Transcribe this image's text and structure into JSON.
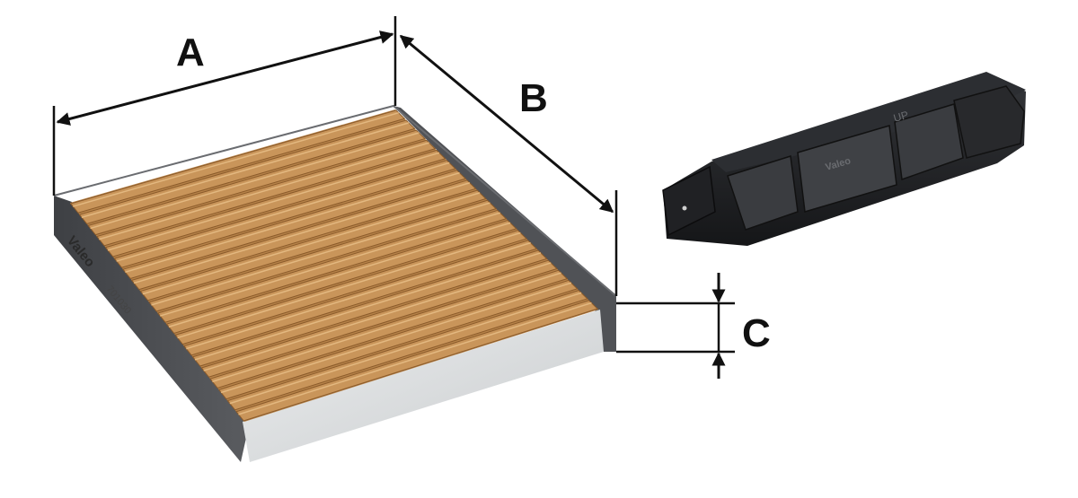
{
  "dimensions": {
    "a_label": "A",
    "b_label": "B",
    "c_label": "C"
  },
  "filter": {
    "brand": "Valeo",
    "frame_print": "701030",
    "pleat_count": 20,
    "colors": {
      "media": "#c9955a",
      "media_dark": "#8a5a2a",
      "frame": "#4a4c50",
      "carbon_layer": "#d8dadb"
    }
  },
  "accessory": {
    "brand": "Valeo",
    "up_mark": "UP",
    "color": "#1e1f22"
  },
  "colors": {
    "dimension_line": "#111111",
    "background": "#ffffff"
  }
}
